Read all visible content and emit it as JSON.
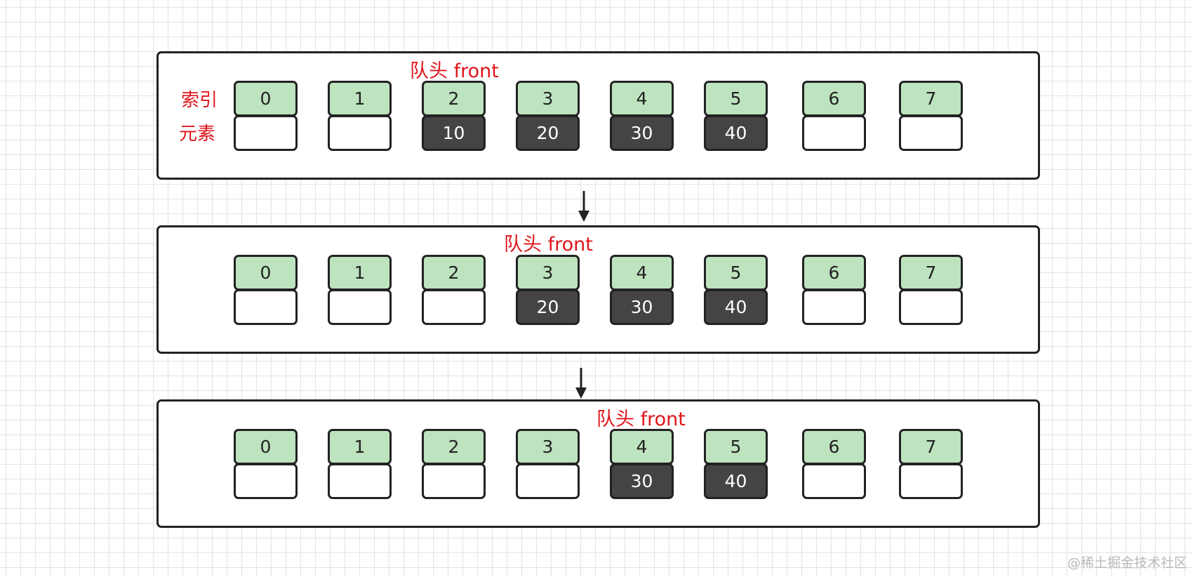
{
  "row_labels": {
    "index": "索引",
    "element": "元素"
  },
  "front_label": "队头 front",
  "panels": [
    {
      "front_index": 2,
      "indices": [
        "0",
        "1",
        "2",
        "3",
        "4",
        "5",
        "6",
        "7"
      ],
      "values": [
        "",
        "",
        "10",
        "20",
        "30",
        "40",
        "",
        ""
      ]
    },
    {
      "front_index": 3,
      "indices": [
        "0",
        "1",
        "2",
        "3",
        "4",
        "5",
        "6",
        "7"
      ],
      "values": [
        "",
        "",
        "",
        "20",
        "30",
        "40",
        "",
        ""
      ]
    },
    {
      "front_index": 4,
      "indices": [
        "0",
        "1",
        "2",
        "3",
        "4",
        "5",
        "6",
        "7"
      ],
      "values": [
        "",
        "",
        "",
        "",
        "30",
        "40",
        "",
        ""
      ]
    }
  ],
  "watermark": "@稀土掘金技术社区",
  "colors": {
    "index_fill": "#bde3bf",
    "filled_value": "#444444",
    "label_red": "#e0151b"
  }
}
